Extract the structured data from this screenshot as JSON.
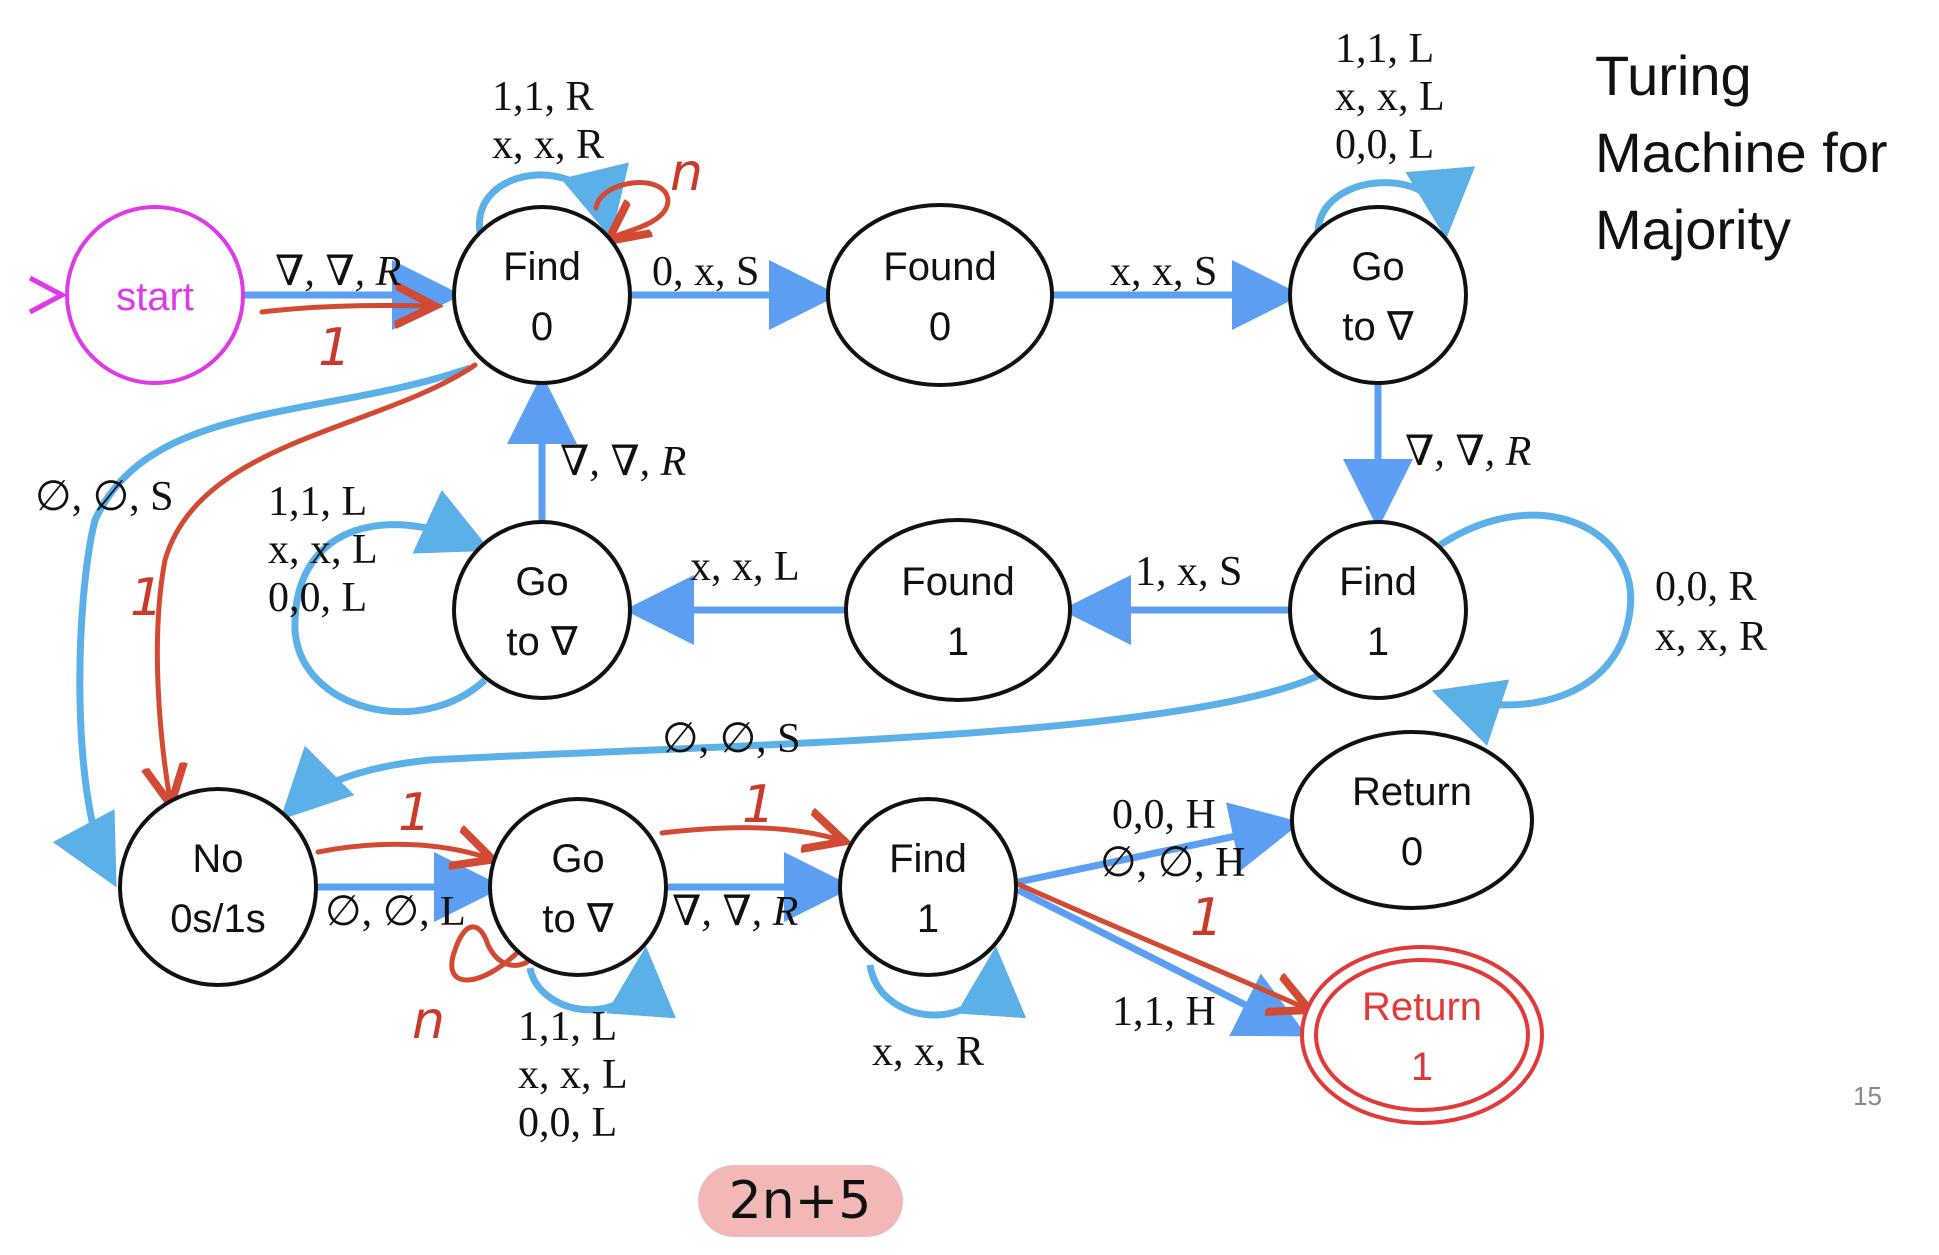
{
  "title_lines": [
    "Turing",
    "Machine for",
    "Majority"
  ],
  "page_number": "15",
  "cost_badge": "2n+5",
  "colors": {
    "start": "#e03ae8",
    "accept": "#e23a3a",
    "transition": "#5b9ef2",
    "annotation": "#d24a33",
    "badge": "#f2b7b7"
  },
  "states": {
    "start": {
      "line1": "start",
      "line2": ""
    },
    "find0": {
      "line1": "Find",
      "line2": "0"
    },
    "found0": {
      "line1": "Found",
      "line2": "0"
    },
    "goto_top": {
      "line1": "Go",
      "line2": "to ∇"
    },
    "find1_mid": {
      "line1": "Find",
      "line2": "1"
    },
    "found1": {
      "line1": "Found",
      "line2": "1"
    },
    "goto_mid": {
      "line1": "Go",
      "line2": "to ∇"
    },
    "no": {
      "line1": "No",
      "line2": "0s/1s"
    },
    "goto_bot": {
      "line1": "Go",
      "line2": "to ∇"
    },
    "find1_bot": {
      "line1": "Find",
      "line2": "1"
    },
    "return0": {
      "line1": "Return",
      "line2": "0"
    },
    "return1": {
      "line1": "Return",
      "line2": "1"
    }
  },
  "labels": {
    "start_find0": "∇, ∇, R",
    "find0_loop_1": "1,1, R",
    "find0_loop_2": "x, x, R",
    "find0_found0": "0, x, S",
    "found0_goto": "x, x, S",
    "goto_top_loop_1": "1,1, L",
    "goto_top_loop_2": "x, x, L",
    "goto_top_loop_3": "0,0, L",
    "goto_top_find1": "∇, ∇, R",
    "find1_loop_1": "0,0, R",
    "find1_loop_2": "x, x, R",
    "find1_found1": "1, x, S",
    "found1_goto": "x, x, L",
    "goto_mid_find0": "∇, ∇, R",
    "goto_mid_loop_1": "1,1, L",
    "goto_mid_loop_2": "x, x, L",
    "goto_mid_loop_3": "0,0, L",
    "find0_no": "∅, ∅, S",
    "find1_no": "∅, ∅, S",
    "no_goto": "∅, ∅, L",
    "goto_bot_find1": "∇, ∇, R",
    "goto_bot_loop_1": "1,1, L",
    "goto_bot_loop_2": "x, x, L",
    "goto_bot_loop_3": "0,0, L",
    "find1_bot_loop": "x, x, R",
    "find1_return0_1": "0,0, H",
    "find1_return0_2": "∅, ∅, H",
    "find1_return1": "1,1, H"
  },
  "annotations": {
    "start_arrow": "1",
    "find0_loop": "n",
    "find0_to_no": "1",
    "no_to_goto": "1",
    "goto_to_find1": "1",
    "find1_to_return1": "1",
    "goto_bot_loop": "n"
  }
}
